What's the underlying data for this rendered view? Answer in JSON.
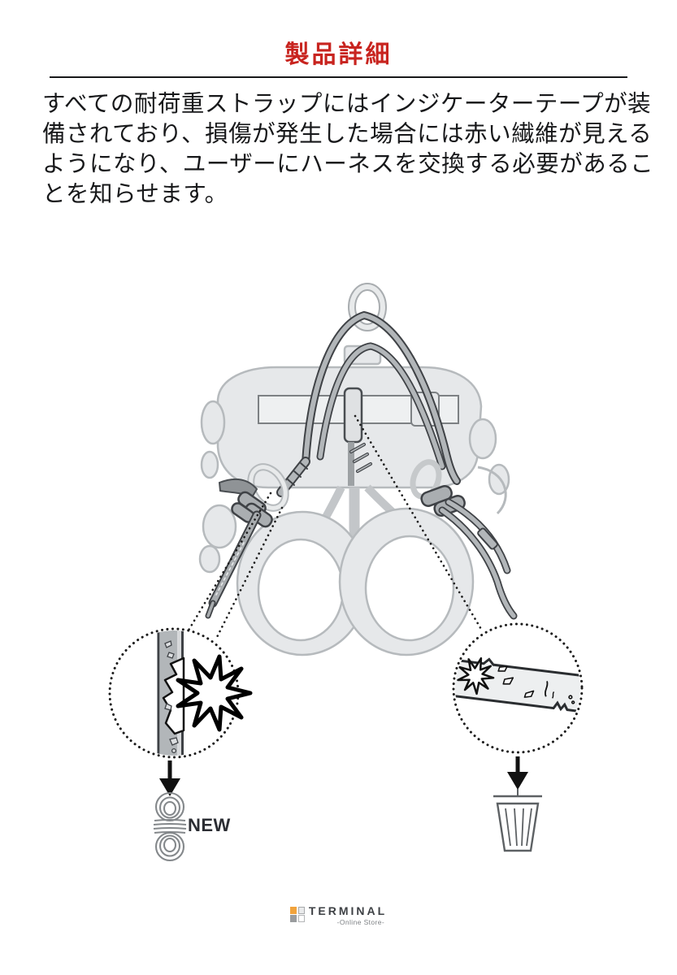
{
  "header": {
    "title": "製品詳細",
    "title_color": "#c8241f",
    "rule_color": "#17181a"
  },
  "body": {
    "lines": [
      "すべての耐荷重ストラップにはインジケーターテープが装",
      "備されており、損傷が発生した場合には赤い繊維が見える",
      "ようになり、ユーザーにハーネスを交換する必要があるこ",
      "とを知らせます。"
    ]
  },
  "illustration": {
    "subject": "tree-care-harness-with-rope-bridge-and-damage-indicator-callouts",
    "new_label": "NEW",
    "icons": [
      "harness-diagram",
      "magnifier-circle-torn-strap-icon",
      "magnifier-circle-damaged-tape-icon",
      "down-arrow-icon",
      "new-rope-coil-icon",
      "trash-can-icon"
    ],
    "colors": {
      "harness_light": "#e6e8ea",
      "rope_fill": "#b2b6b9",
      "rope_outline": "#3f4246",
      "callout_line": "#1c1c1c"
    }
  },
  "footer": {
    "brand": "TERMINAL",
    "brand_sub": "-Online Store-",
    "brand_accent_color": "#f1a33c"
  }
}
